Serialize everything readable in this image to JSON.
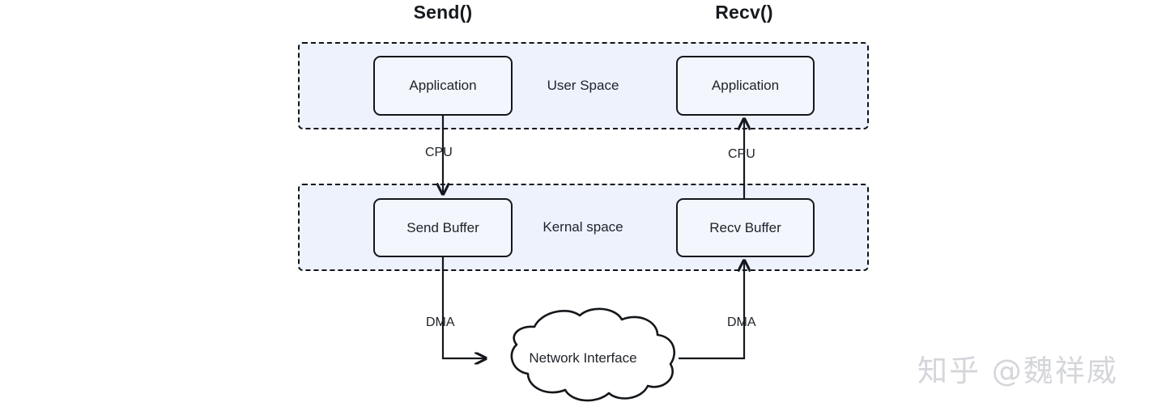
{
  "diagram": {
    "title_send": "Send()",
    "title_recv": "Recv()",
    "bands": {
      "user_space_label": "User Space",
      "kernel_space_label": "Kernal space"
    },
    "nodes": {
      "app_send": "Application",
      "app_recv": "Application",
      "send_buffer": "Send Buffer",
      "recv_buffer": "Recv Buffer",
      "network_interface": "Network Interface"
    },
    "edges": {
      "cpu_send": "CPU",
      "cpu_recv": "CPU",
      "dma_send": "DMA",
      "dma_recv": "DMA"
    },
    "colors": {
      "band_fill": "#edf2fd",
      "band_border": "#111418",
      "node_fill": "#f3f6fd",
      "node_border": "#14171b",
      "stroke": "#14171b",
      "text": "#20242a",
      "watermark": "#d4d6da",
      "background": "#ffffff"
    }
  },
  "watermark": {
    "text": "知乎 @魏祥威"
  }
}
